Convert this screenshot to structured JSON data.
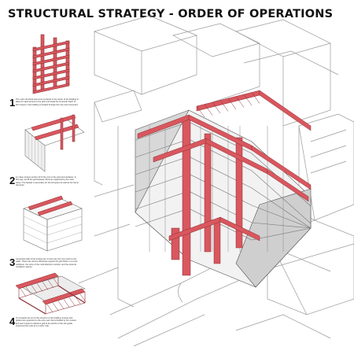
{
  "title": "STRUCTURAL STRATEGY - ORDER OF OPERATIONS",
  "colors": {
    "steel": "#d9575e",
    "steel_dark": "#8c2f33",
    "line": "#555555",
    "context_line": "#9a9a9a",
    "slab": "#eaeaea",
    "shade": "#c9c9c9"
  },
  "steps": [
    {
      "number": "1",
      "caption": "The main structural steel core is placed in the center of the building to allow for rapid access to the grid a and load the structural. Each of the trusses in the building is located through the core and connected."
    },
    {
      "number": "2",
      "caption": "1m deep trusses anchor off of the core to the grid and cantilever. In this way, we fill the grid between floors as organized by the main frame. The facade is secondary for the full spans as well as the frame elements."
    },
    {
      "number": "3",
      "caption": "Composite slab of the trusses are 4 rows only from one point to the wider. These are used to effectively support the grid frame in a cross cantilever, the ramp of the multi-direction member, and the external circulation spaces."
    },
    {
      "number": "4",
      "caption": "To complete the set of the structure of the building, trusses and girders are organized to the entry part that is divided by 6m trusses and rear trusses to disperse grid at the plinths of the site grade, structured the units as a 3-story mall."
    }
  ]
}
